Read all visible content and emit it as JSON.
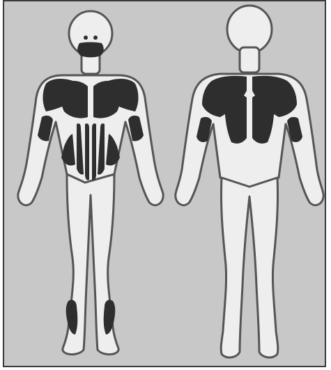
{
  "figure": {
    "views": [
      {
        "id": "front",
        "highlighted_muscles": [
          "face-mask",
          "pectorals",
          "deltoids",
          "biceps",
          "abdominals",
          "obliques",
          "calves"
        ]
      },
      {
        "id": "back",
        "highlighted_muscles": [
          "trapezius",
          "latissimus-dorsi",
          "triceps"
        ]
      }
    ]
  },
  "colors": {
    "background": "#c8c8c8",
    "border": "#3a3a3a",
    "body_fill": "#eeeeee",
    "body_outline": "#555555",
    "muscle": "#2e2e2e"
  }
}
